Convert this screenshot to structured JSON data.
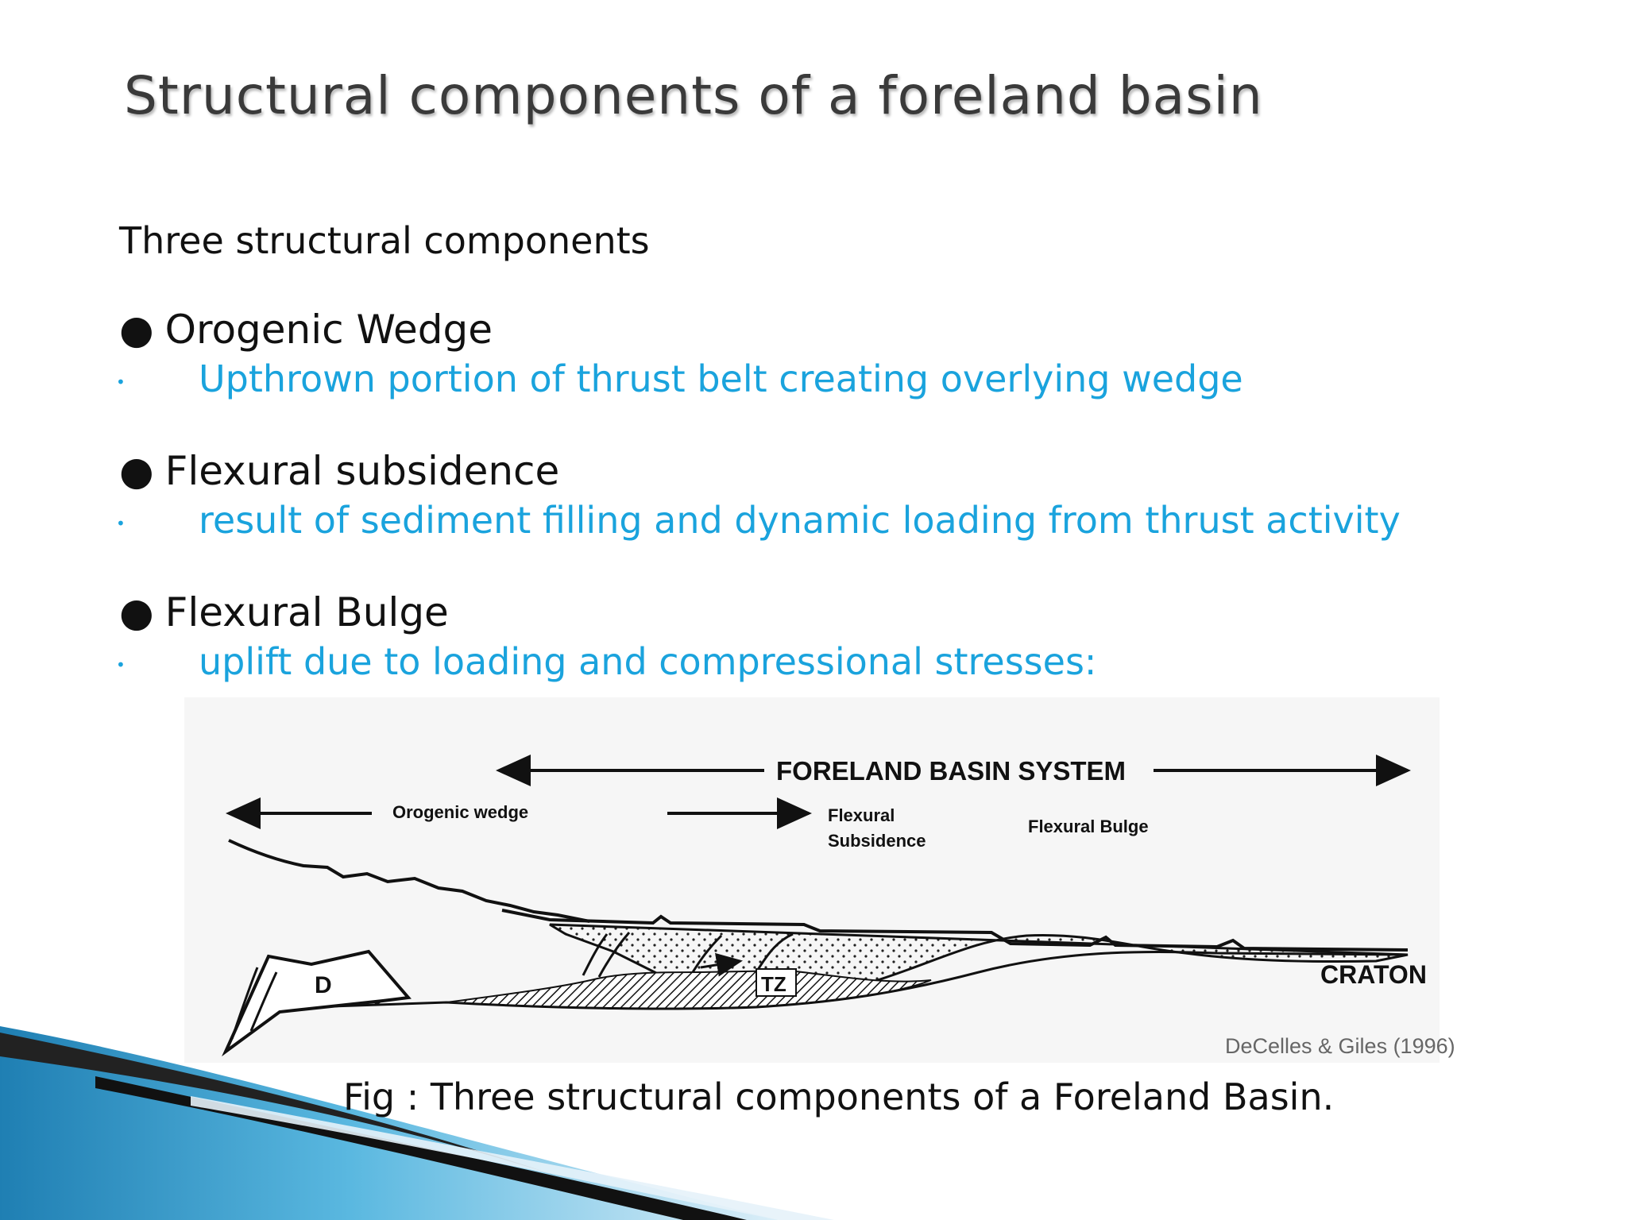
{
  "title": "Structural components of a foreland basin",
  "intro": "Three structural components",
  "bullet_symbol": "●",
  "sub_bullet_symbol": "•",
  "components": [
    {
      "heading": "Orogenic Wedge",
      "detail": "Upthrown portion of thrust belt creating overlying wedge"
    },
    {
      "heading": "Flexural subsidence",
      "detail": "result of sediment filling and dynamic loading from thrust activity"
    },
    {
      "heading": "Flexural Bulge",
      "detail": "uplift due to loading and compressional stresses:"
    }
  ],
  "diagram": {
    "system_label": "FORELAND BASIN SYSTEM",
    "orogenic_wedge_label": "Orogenic wedge",
    "flexural_subsidence_line1": "Flexural",
    "flexural_subsidence_line2": "Subsidence",
    "flexural_bulge_label": "Flexural Bulge",
    "craton_label": "CRATON",
    "d_label": "D",
    "tz_label": "TZ",
    "citation": "DeCelles & Giles (1996)"
  },
  "caption": "Fig : Three structural components of a Foreland Basin.",
  "colors": {
    "title": "#3a3a3a",
    "body_text": "#111111",
    "accent_blue": "#1aa3dd",
    "deco_blue": "#3fa9d6"
  }
}
